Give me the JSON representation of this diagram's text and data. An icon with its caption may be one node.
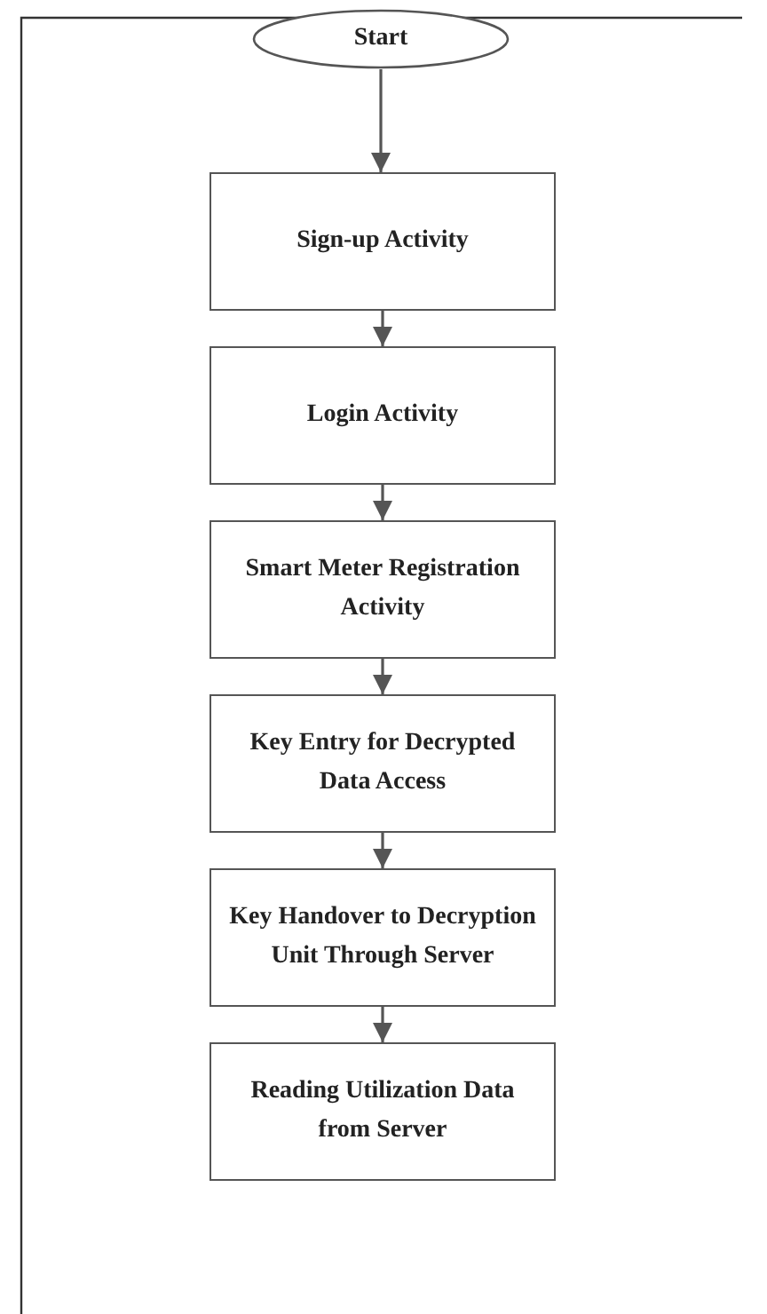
{
  "diagram": {
    "nodes": [
      {
        "text": [
          "Start"
        ]
      },
      {
        "text": [
          "Sign-up Activity"
        ]
      },
      {
        "text": [
          "Login Activity"
        ]
      },
      {
        "text": [
          "Smart Meter Registration Activity"
        ]
      },
      {
        "text": [
          "Key Entry for Decrypted Data Access"
        ]
      },
      {
        "text": [
          "Key Handover to Decryption Unit Through Server"
        ]
      },
      {
        "text": [
          "Reading Utilization Data from Server"
        ]
      }
    ],
    "edges": [
      {
        "from": 0,
        "to": 1,
        "arrow": "to"
      },
      {
        "from": 1,
        "to": 2,
        "arrow": "to"
      },
      {
        "from": 2,
        "to": 3,
        "arrow": "to"
      },
      {
        "from": 3,
        "to": 4,
        "arrow": "to"
      },
      {
        "from": 4,
        "to": 5,
        "arrow": "to"
      },
      {
        "from": 5,
        "to": 6,
        "arrow": "to"
      }
    ]
  }
}
